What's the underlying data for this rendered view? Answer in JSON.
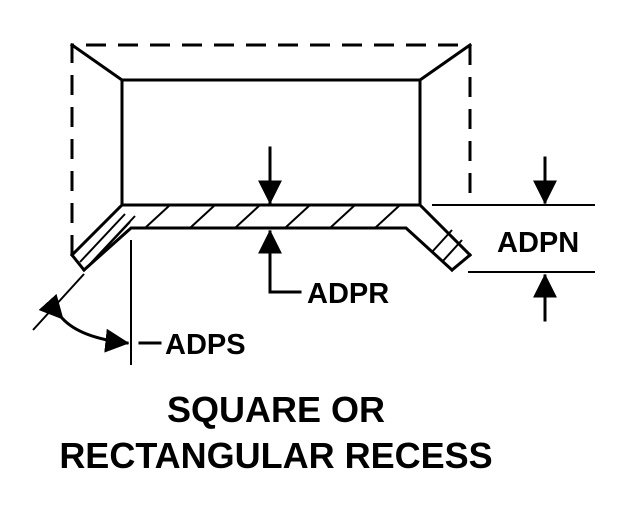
{
  "labels": {
    "adpn": "ADPN",
    "adpr": "ADPR",
    "adps": "ADPS"
  },
  "caption": {
    "line1": "SQUARE OR",
    "line2": "RECTANGULAR RECESS"
  }
}
